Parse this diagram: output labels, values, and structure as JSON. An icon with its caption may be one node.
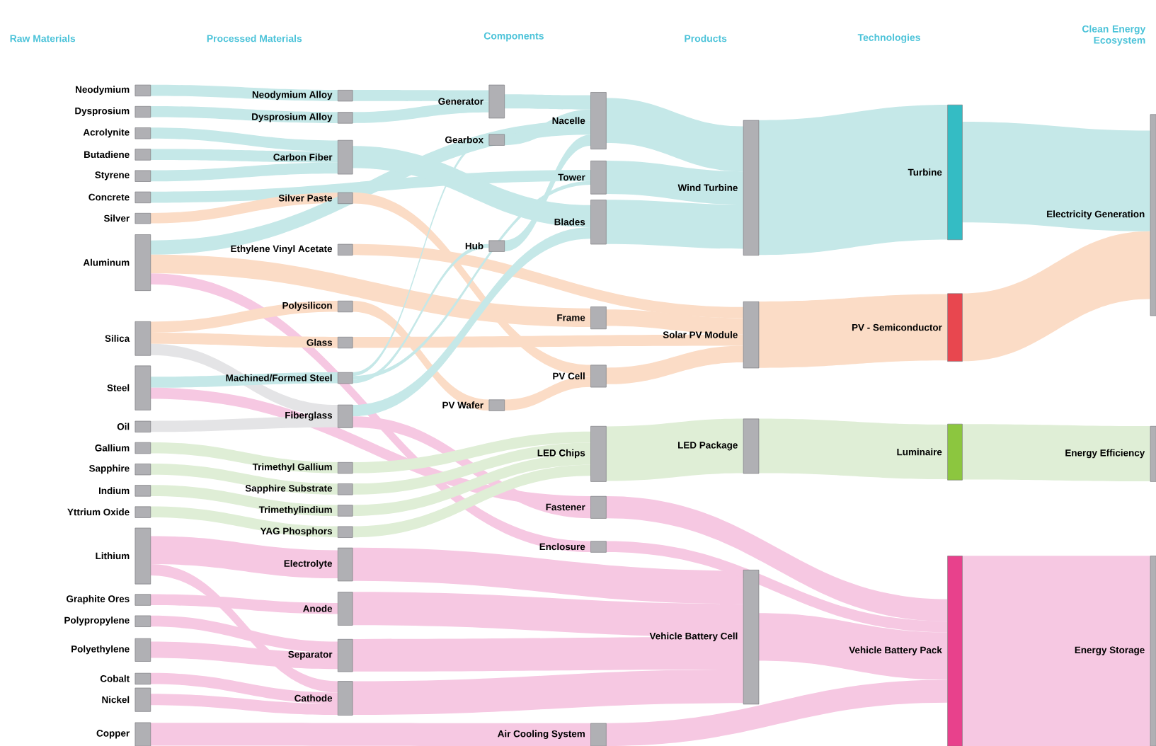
{
  "diagram": {
    "nodes": [
      {
        "text": [
          "Neodymium"
        ]
      },
      {
        "text": [
          "Dysprosium"
        ]
      },
      {
        "text": [
          "Acrolynite"
        ]
      },
      {
        "text": [
          "Butadiene"
        ]
      },
      {
        "text": [
          "Styrene"
        ]
      },
      {
        "text": [
          "Concrete"
        ]
      },
      {
        "text": [
          "Silver"
        ]
      },
      {
        "text": [
          "Aluminum"
        ]
      },
      {
        "text": [
          "Silica"
        ]
      },
      {
        "text": [
          "Steel"
        ]
      },
      {
        "text": [
          "Oil"
        ]
      },
      {
        "text": [
          "Gallium"
        ]
      },
      {
        "text": [
          "Sapphire"
        ]
      },
      {
        "text": [
          "Indium"
        ]
      },
      {
        "text": [
          "Yttrium Oxide"
        ]
      },
      {
        "text": [
          "Lithium"
        ]
      },
      {
        "text": [
          "Graphite Ores"
        ]
      },
      {
        "text": [
          "Polypropylene"
        ]
      },
      {
        "text": [
          "Polyethylene"
        ]
      },
      {
        "text": [
          "Cobalt"
        ]
      },
      {
        "text": [
          "Nickel"
        ]
      },
      {
        "text": [
          "Copper"
        ]
      },
      {
        "text": [
          "Neodymium Alloy"
        ]
      },
      {
        "text": [
          "Dysprosium Alloy"
        ]
      },
      {
        "text": [
          "Carbon Fiber"
        ]
      },
      {
        "text": [
          "Silver Paste"
        ]
      },
      {
        "text": [
          "Ethylene Vinyl Acetate"
        ]
      },
      {
        "text": [
          "Polysilicon"
        ]
      },
      {
        "text": [
          "Glass"
        ]
      },
      {
        "text": [
          "Machined/Formed Steel"
        ]
      },
      {
        "text": [
          "Fiberglass"
        ]
      },
      {
        "text": [
          "Trimethyl Gallium"
        ]
      },
      {
        "text": [
          "Sapphire Substrate"
        ]
      },
      {
        "text": [
          "Trimethylindium"
        ]
      },
      {
        "text": [
          "YAG Phosphors"
        ]
      },
      {
        "text": [
          "Electrolyte"
        ]
      },
      {
        "text": [
          "Anode"
        ]
      },
      {
        "text": [
          "Separator"
        ]
      },
      {
        "text": [
          "Cathode"
        ]
      },
      {
        "text": [
          "Generator"
        ]
      },
      {
        "text": [
          "Gearbox"
        ]
      },
      {
        "text": [
          "Hub"
        ]
      },
      {
        "text": [
          "PV Wafer"
        ]
      },
      {
        "text": [
          "Nacelle"
        ]
      },
      {
        "text": [
          "Tower"
        ]
      },
      {
        "text": [
          "Blades"
        ]
      },
      {
        "text": [
          "Frame"
        ]
      },
      {
        "text": [
          "PV Cell"
        ]
      },
      {
        "text": [
          "LED Chips"
        ]
      },
      {
        "text": [
          "Fastener"
        ]
      },
      {
        "text": [
          "Enclosure"
        ]
      },
      {
        "text": [
          "Air Cooling System"
        ]
      },
      {
        "text": [
          "Wind Turbine"
        ]
      },
      {
        "text": [
          "Solar PV Module"
        ]
      },
      {
        "text": [
          "LED Package"
        ]
      },
      {
        "text": [
          "Vehicle Battery Cell"
        ]
      },
      {
        "text": [
          "Turbine"
        ]
      },
      {
        "text": [
          "PV - Semiconductor"
        ]
      },
      {
        "text": [
          "Luminaire"
        ]
      },
      {
        "text": [
          "Vehicle Battery Pack"
        ]
      },
      {
        "text": [
          "Electricity Generation"
        ]
      },
      {
        "text": [
          "Energy Efficiency"
        ]
      },
      {
        "text": [
          "Energy Storage"
        ]
      }
    ],
    "edges": [
      {
        "from": 0,
        "to": 22,
        "arrow": "none",
        "color": "#c5e8e8"
      },
      {
        "from": 1,
        "to": 23,
        "arrow": "none",
        "color": "#c5e8e8"
      },
      {
        "from": 2,
        "to": 24,
        "arrow": "none",
        "color": "#c5e8e8"
      },
      {
        "from": 3,
        "to": 24,
        "arrow": "none",
        "color": "#c5e8e8"
      },
      {
        "from": 4,
        "to": 24,
        "arrow": "none",
        "color": "#c5e8e8"
      },
      {
        "from": 5,
        "to": 44,
        "arrow": "none",
        "color": "#c5e8e8"
      },
      {
        "from": 6,
        "to": 25,
        "arrow": "none",
        "color": "#fbdcc6"
      },
      {
        "from": 7,
        "to": 43,
        "arrow": "none",
        "color": "#c5e8e8"
      },
      {
        "from": 7,
        "to": 46,
        "arrow": "none",
        "color": "#fbdcc6"
      },
      {
        "from": 7,
        "to": 50,
        "arrow": "none",
        "color": "#f6c8e2"
      },
      {
        "from": 8,
        "to": 27,
        "arrow": "none",
        "color": "#fbdcc6"
      },
      {
        "from": 8,
        "to": 28,
        "arrow": "none",
        "color": "#fbdcc6"
      },
      {
        "from": 8,
        "to": 30,
        "arrow": "none",
        "color": "#e4e4e6"
      },
      {
        "from": 9,
        "to": 29,
        "arrow": "none",
        "color": "#c5e8e8"
      },
      {
        "from": 9,
        "to": 49,
        "arrow": "none",
        "color": "#f6c8e2"
      },
      {
        "from": 10,
        "to": 30,
        "arrow": "none",
        "color": "#e4e4e6"
      },
      {
        "from": 11,
        "to": 31,
        "arrow": "none",
        "color": "#dfeed6"
      },
      {
        "from": 12,
        "to": 32,
        "arrow": "none",
        "color": "#dfeed6"
      },
      {
        "from": 13,
        "to": 33,
        "arrow": "none",
        "color": "#dfeed6"
      },
      {
        "from": 14,
        "to": 34,
        "arrow": "none",
        "color": "#dfeed6"
      },
      {
        "from": 15,
        "to": 35,
        "arrow": "none",
        "color": "#f6c8e2"
      },
      {
        "from": 15,
        "to": 38,
        "arrow": "none",
        "color": "#f6c8e2"
      },
      {
        "from": 16,
        "to": 36,
        "arrow": "none",
        "color": "#f6c8e2"
      },
      {
        "from": 17,
        "to": 37,
        "arrow": "none",
        "color": "#f6c8e2"
      },
      {
        "from": 18,
        "to": 37,
        "arrow": "none",
        "color": "#f6c8e2"
      },
      {
        "from": 19,
        "to": 38,
        "arrow": "none",
        "color": "#f6c8e2"
      },
      {
        "from": 20,
        "to": 38,
        "arrow": "none",
        "color": "#f6c8e2"
      },
      {
        "from": 21,
        "to": 51,
        "arrow": "none",
        "color": "#f6c8e2"
      },
      {
        "from": 22,
        "to": 39,
        "arrow": "none",
        "color": "#c5e8e8"
      },
      {
        "from": 23,
        "to": 39,
        "arrow": "none",
        "color": "#c5e8e8"
      },
      {
        "from": 24,
        "to": 45,
        "arrow": "none",
        "color": "#c5e8e8"
      },
      {
        "from": 25,
        "to": 47,
        "arrow": "none",
        "color": "#fbdcc6"
      },
      {
        "from": 26,
        "to": 53,
        "arrow": "none",
        "color": "#fbdcc6"
      },
      {
        "from": 27,
        "to": 42,
        "arrow": "none",
        "color": "#fbdcc6"
      },
      {
        "from": 28,
        "to": 53,
        "arrow": "none",
        "color": "#fbdcc6"
      },
      {
        "from": 29,
        "to": 40,
        "arrow": "none",
        "color": "#c5e8e8"
      },
      {
        "from": 29,
        "to": 41,
        "arrow": "none",
        "color": "#c5e8e8"
      },
      {
        "from": 29,
        "to": 44,
        "arrow": "none",
        "color": "#c5e8e8"
      },
      {
        "from": 30,
        "to": 45,
        "arrow": "none",
        "color": "#c5e8e8"
      },
      {
        "from": 30,
        "to": 49,
        "arrow": "none",
        "color": "#f6c8e2"
      },
      {
        "from": 31,
        "to": 48,
        "arrow": "none",
        "color": "#dfeed6"
      },
      {
        "from": 32,
        "to": 48,
        "arrow": "none",
        "color": "#dfeed6"
      },
      {
        "from": 33,
        "to": 48,
        "arrow": "none",
        "color": "#dfeed6"
      },
      {
        "from": 34,
        "to": 48,
        "arrow": "none",
        "color": "#dfeed6"
      },
      {
        "from": 35,
        "to": 55,
        "arrow": "none",
        "color": "#f6c8e2"
      },
      {
        "from": 36,
        "to": 55,
        "arrow": "none",
        "color": "#f6c8e2"
      },
      {
        "from": 37,
        "to": 55,
        "arrow": "none",
        "color": "#f6c8e2"
      },
      {
        "from": 38,
        "to": 55,
        "arrow": "none",
        "color": "#f6c8e2"
      },
      {
        "from": 39,
        "to": 43,
        "arrow": "none",
        "color": "#c5e8e8"
      },
      {
        "from": 40,
        "to": 43,
        "arrow": "none",
        "color": "#c5e8e8"
      },
      {
        "from": 41,
        "to": 43,
        "arrow": "none",
        "color": "#c5e8e8"
      },
      {
        "from": 42,
        "to": 47,
        "arrow": "none",
        "color": "#fbdcc6"
      },
      {
        "from": 43,
        "to": 52,
        "arrow": "none",
        "color": "#c5e8e8"
      },
      {
        "from": 44,
        "to": 52,
        "arrow": "none",
        "color": "#c5e8e8"
      },
      {
        "from": 45,
        "to": 52,
        "arrow": "none",
        "color": "#c5e8e8"
      },
      {
        "from": 46,
        "to": 53,
        "arrow": "none",
        "color": "#fbdcc6"
      },
      {
        "from": 47,
        "to": 53,
        "arrow": "none",
        "color": "#fbdcc6"
      },
      {
        "from": 48,
        "to": 54,
        "arrow": "none",
        "color": "#dfeed6"
      },
      {
        "from": 49,
        "to": 59,
        "arrow": "none",
        "color": "#f6c8e2"
      },
      {
        "from": 50,
        "to": 59,
        "arrow": "none",
        "color": "#f6c8e2"
      },
      {
        "from": 51,
        "to": 59,
        "arrow": "none",
        "color": "#f6c8e2"
      },
      {
        "from": 52,
        "to": 56,
        "arrow": "none",
        "color": "#c5e8e8"
      },
      {
        "from": 53,
        "to": 57,
        "arrow": "none",
        "color": "#fbdcc6"
      },
      {
        "from": 54,
        "to": 58,
        "arrow": "none",
        "color": "#dfeed6"
      },
      {
        "from": 55,
        "to": 59,
        "arrow": "none",
        "color": "#f6c8e2"
      },
      {
        "from": 56,
        "to": 60,
        "arrow": "none",
        "color": "#c5e8e8"
      },
      {
        "from": 57,
        "to": 60,
        "arrow": "none",
        "color": "#fbdcc6"
      },
      {
        "from": 58,
        "to": 61,
        "arrow": "none",
        "color": "#dfeed6"
      },
      {
        "from": 59,
        "to": 62,
        "arrow": "none",
        "color": "#f6c8e2"
      }
    ],
    "labels": [
      "Raw Materials",
      "Processed Materials",
      "Components",
      "Products",
      "Technologies",
      "Clean Energy Ecosystem"
    ]
  }
}
